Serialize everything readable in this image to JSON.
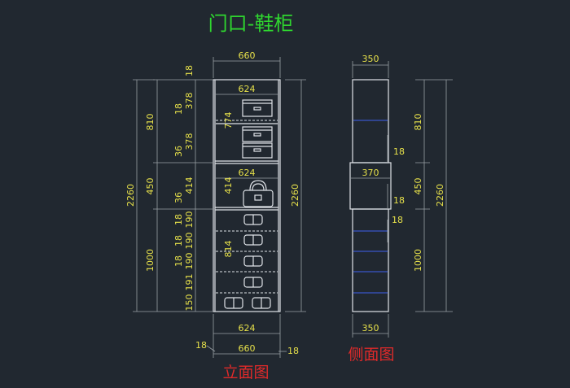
{
  "title": "门口-鞋柜",
  "views": {
    "front": "立面图",
    "side": "侧面图"
  },
  "front_dims": {
    "top_width": "660",
    "bottom_inner": "624",
    "bottom_width": "660",
    "side_left": "18",
    "side_right": "18",
    "inner_top": "624",
    "inner_mid": "624",
    "vertical_774": "774",
    "vertical_414": "414",
    "vertical_814": "814",
    "total_height": "2260",
    "left_chain": [
      "18",
      "378",
      "18",
      "378",
      "36",
      "414",
      "36",
      "190",
      "18",
      "190",
      "18",
      "190",
      "18",
      "191",
      "150"
    ],
    "left_groups": [
      "810",
      "450",
      "1000"
    ],
    "left_total": "2260"
  },
  "side_dims": {
    "top_depth": "350",
    "mid_depth": "370",
    "bottom_depth": "350",
    "shelf_thk": [
      "18",
      "18",
      "18"
    ],
    "groups": [
      "810",
      "450",
      "1000"
    ],
    "total": "2260"
  }
}
